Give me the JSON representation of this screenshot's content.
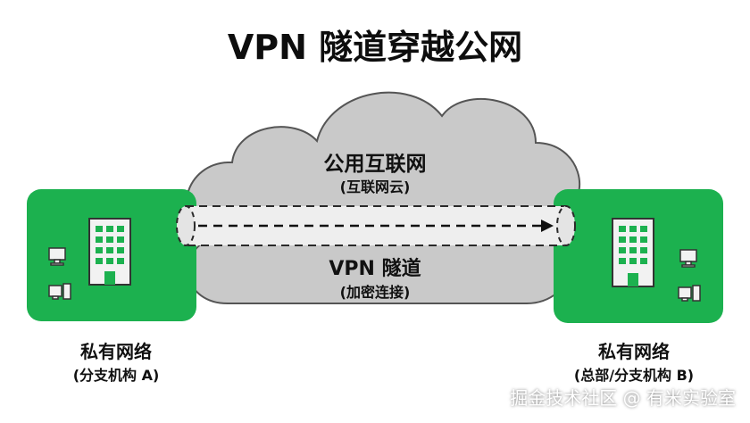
{
  "title": "VPN 隧道穿越公网",
  "cloud": {
    "label": "公用互联网",
    "sublabel": "(互联网云)",
    "color": "#c9c9c9"
  },
  "tunnel": {
    "label": "VPN 隧道",
    "sublabel": "(加密连接)"
  },
  "left_site": {
    "name": "私有网络",
    "subtitle": "(分支机构 A)"
  },
  "right_site": {
    "name": "私有网络",
    "subtitle": "(总部/分支机构 B)"
  },
  "watermark": "掘金技术社区 @ 有米实验室",
  "colors": {
    "site_green": "#1cb14f",
    "building_fill": "#f2f2f2",
    "window_green": "#1cb14f"
  },
  "icons": [
    "building-icon",
    "desktop-monitor-icon",
    "desktop-computer-icon"
  ]
}
